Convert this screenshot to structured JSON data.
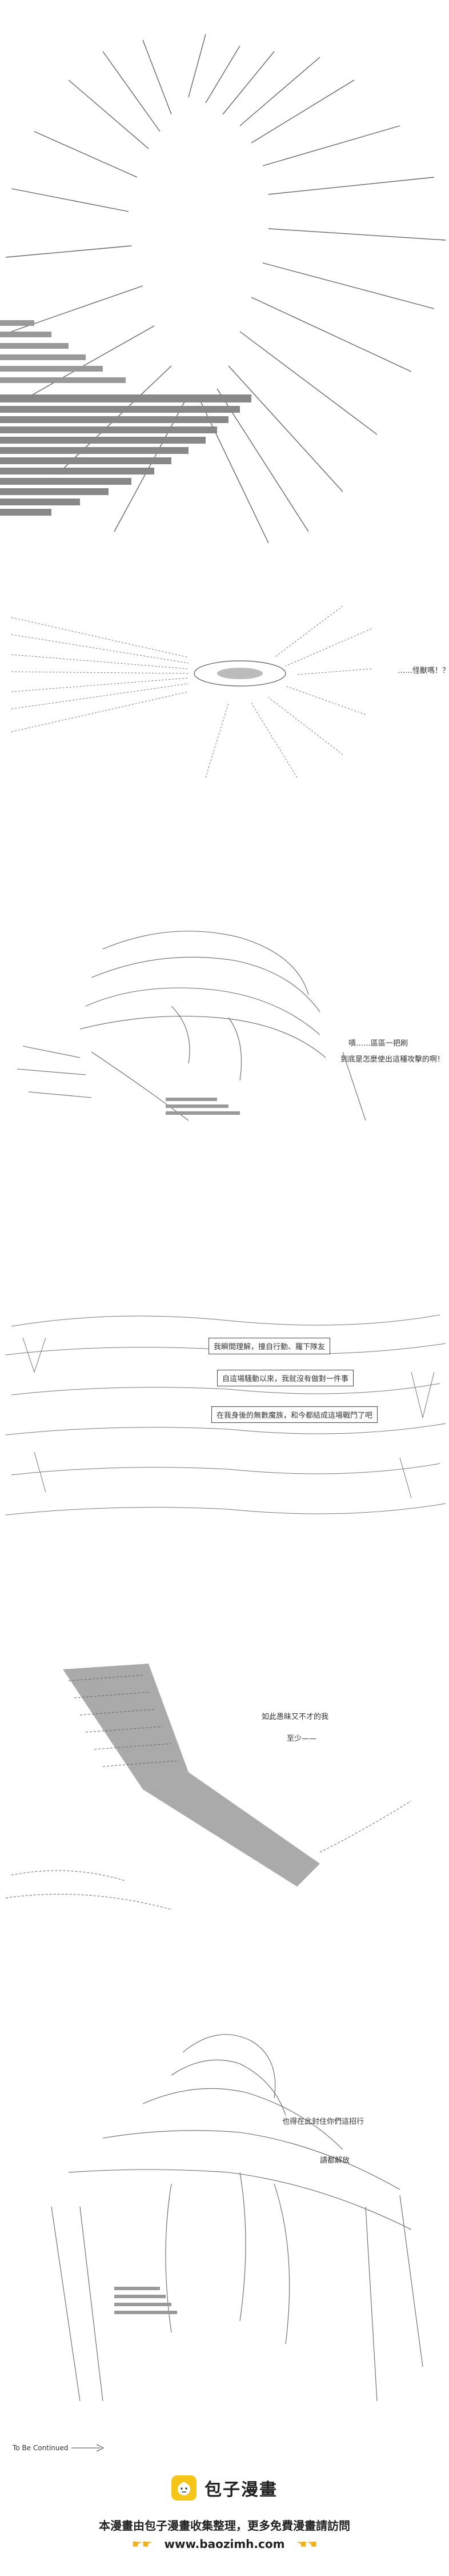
{
  "panels": {
    "panel2": {
      "caption": "……怪獸嗎！？"
    },
    "panel3": {
      "caption1": "嘖……區區一把刷",
      "caption2": "到底是怎麼使出這種攻擊的啊！"
    },
    "panel4": {
      "box1": "我瞬間理解，撞自行動、羅下隊友",
      "box2": "自這場騷動以來，我就沒有做對一件事",
      "box3": "在我身後的無數魔族，和今都結成這場戰鬥了吧"
    },
    "panel5": {
      "caption1": "如此愚昧又不才的我",
      "caption2": "至少——"
    },
    "panel6": {
      "caption1": "也得在此封住你們這招行",
      "caption2": "請都解放"
    },
    "ending": {
      "to_be_continued": "To Be Continued"
    }
  },
  "footer": {
    "brand": "包子漫畫",
    "notice_line1": "本漫畫由包子漫畫收集整理，更多免費漫畫請訪問",
    "notice_line2": "www.baozimh.com",
    "hand_icon": "pointing-hand-icon"
  },
  "colors": {
    "background": "#ffffff",
    "ink": "#555555",
    "logo_yellow": "#f5c518",
    "hand_yellow": "#f2b01e"
  }
}
